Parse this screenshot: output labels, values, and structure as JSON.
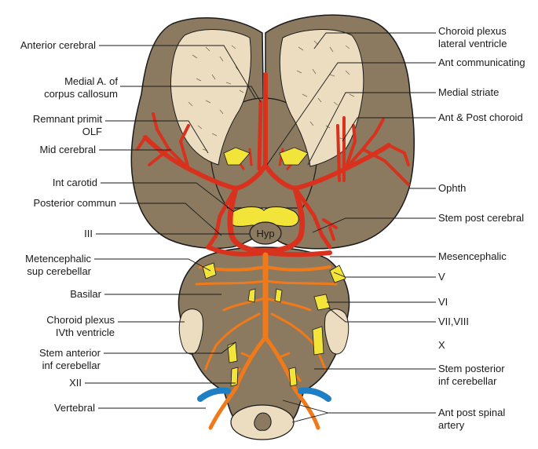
{
  "diagram": {
    "labels_left": [
      {
        "id": "anterior-cerebral",
        "text": "Anterior cerebral"
      },
      {
        "id": "medial-a-corpus-callosum",
        "text": "Medial A. of\ncorpus callosum"
      },
      {
        "id": "remnant-primit-olf",
        "text": "Remnant primit\nOLF"
      },
      {
        "id": "mid-cerebral",
        "text": "Mid cerebral"
      },
      {
        "id": "int-carotid",
        "text": "Int carotid"
      },
      {
        "id": "posterior-commun",
        "text": "Posterior commun"
      },
      {
        "id": "iii",
        "text": "III"
      },
      {
        "id": "metencephalic-sup-cerebellar",
        "text": "Metencephalic\nsup cerebellar"
      },
      {
        "id": "basilar",
        "text": "Basilar"
      },
      {
        "id": "choroid-plexus-ivth",
        "text": "Choroid plexus\nIVth ventricle"
      },
      {
        "id": "stem-anterior-inf-cerebellar",
        "text": "Stem anterior\ninf cerebellar"
      },
      {
        "id": "xii",
        "text": "XII"
      },
      {
        "id": "vertebral",
        "text": "Vertebral"
      }
    ],
    "labels_right": [
      {
        "id": "choroid-plexus-lateral",
        "text": "Choroid plexus\nlateral ventricle"
      },
      {
        "id": "ant-communicating",
        "text": "Ant communicating"
      },
      {
        "id": "medial-striate",
        "text": "Medial striate"
      },
      {
        "id": "ant-post-choroid",
        "text": "Ant & Post choroid"
      },
      {
        "id": "ophth",
        "text": "Ophth"
      },
      {
        "id": "stem-post-cerebral",
        "text": "Stem post cerebral"
      },
      {
        "id": "mesencephalic",
        "text": "Mesencephalic"
      },
      {
        "id": "v",
        "text": "V"
      },
      {
        "id": "vi",
        "text": "VI"
      },
      {
        "id": "vii-viii",
        "text": "VII,VIII"
      },
      {
        "id": "x",
        "text": "X"
      },
      {
        "id": "stem-posterior-inf-cerebellar",
        "text": "Stem posterior\ninf cerebellar"
      },
      {
        "id": "ant-post-spinal-artery",
        "text": "Ant post spinal\nartery"
      }
    ],
    "center_label": "Hyp",
    "colors": {
      "brain_tissue": "#8b7a60",
      "brain_outline": "#1a1a1a",
      "choroid_plexus": "#ecdcc0",
      "carotid_arteries": "#d8321e",
      "vertebrobasilar_arteries": "#f07a1a",
      "vertebral_highlight": "#1f7fc4",
      "cranial_nerves": "#f3e43a",
      "leader_lines": "#1a1a1a"
    }
  }
}
